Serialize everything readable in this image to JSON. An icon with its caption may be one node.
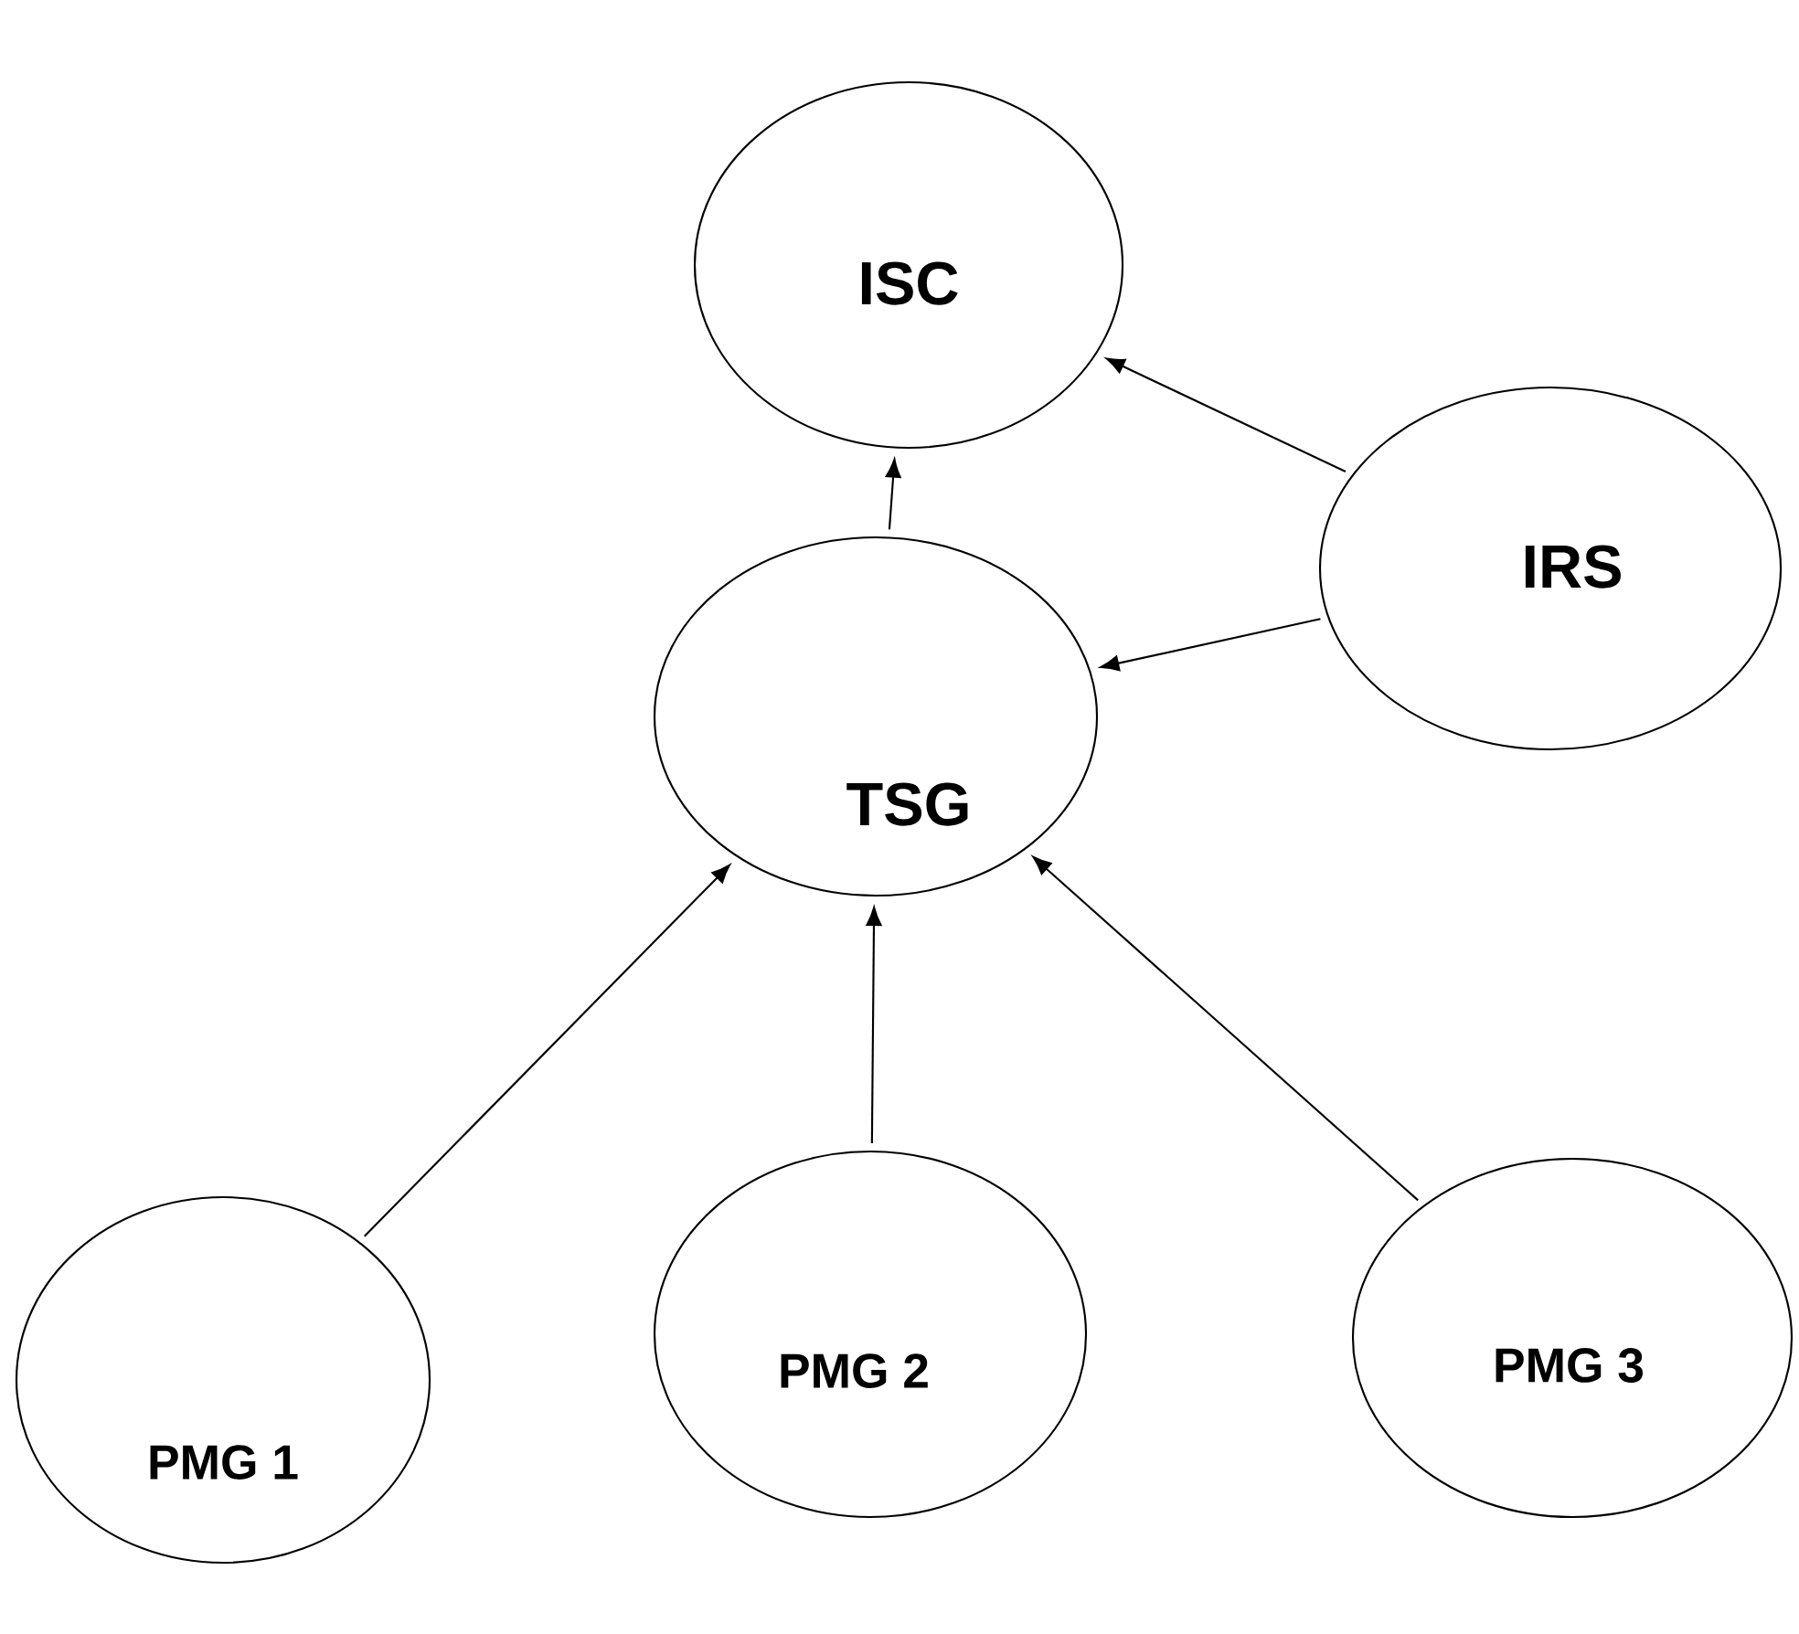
{
  "diagram": {
    "nodes": [
      {
        "text": [
          "ISC"
        ]
      },
      {
        "text": [
          "IRS"
        ]
      },
      {
        "text": [
          "TSG"
        ]
      },
      {
        "text": [
          "PMG 1"
        ]
      },
      {
        "text": [
          "PMG 2"
        ]
      },
      {
        "text": [
          "PMG 3"
        ]
      }
    ],
    "edges": [
      {
        "from": 2,
        "to": 0,
        "arrow": "to"
      },
      {
        "from": 1,
        "to": 0,
        "arrow": "to"
      },
      {
        "from": 1,
        "to": 2,
        "arrow": "to"
      },
      {
        "from": 3,
        "to": 2,
        "arrow": "to"
      },
      {
        "from": 4,
        "to": 2,
        "arrow": "to"
      },
      {
        "from": 5,
        "to": 2,
        "arrow": "to"
      }
    ]
  }
}
